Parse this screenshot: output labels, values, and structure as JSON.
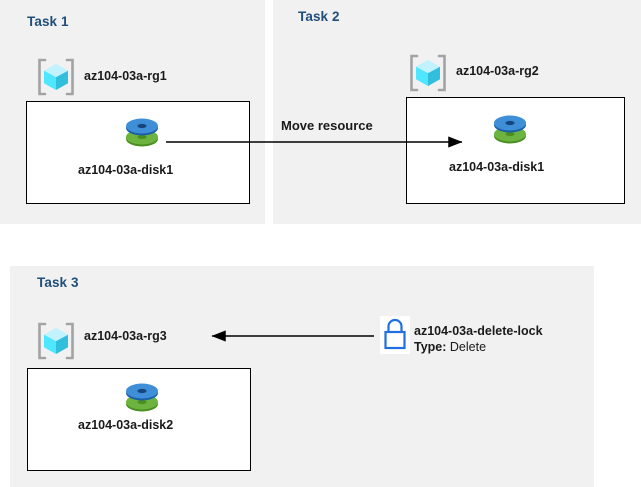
{
  "diagram": {
    "title": "Azure resource group tasks diagram",
    "colors": {
      "panel_background": "#f1f1f1",
      "page_background": "#ffffff",
      "task_title": "#1f4e79",
      "box_border": "#000000",
      "label_text": "#1a1a1a",
      "rg_cube": "#50e6ff",
      "rg_bracket": "#a3a3a3",
      "disk_top": "#3e8fd8",
      "disk_bottom": "#6cb33f",
      "lock_stroke": "#1f6fe0",
      "arrow": "#000000"
    }
  },
  "tasks": [
    {
      "id": "task1",
      "title": "Task 1",
      "resource_group": {
        "icon": "azure-resource-group-icon",
        "label": "az104-03a-rg1"
      },
      "resource": {
        "icon": "azure-managed-disk-icon",
        "label": "az104-03a-disk1"
      }
    },
    {
      "id": "task2",
      "title": "Task 2",
      "resource_group": {
        "icon": "azure-resource-group-icon",
        "label": "az104-03a-rg2"
      },
      "resource": {
        "icon": "azure-managed-disk-icon",
        "label": "az104-03a-disk1"
      }
    },
    {
      "id": "task3",
      "title": "Task 3",
      "resource_group": {
        "icon": "azure-resource-group-icon",
        "label": "az104-03a-rg3"
      },
      "resource": {
        "icon": "azure-managed-disk-icon",
        "label": "az104-03a-disk2"
      },
      "lock": {
        "icon": "lock-icon",
        "name": "az104-03a-delete-lock",
        "type_label": "Type:",
        "type_value": "Delete"
      }
    }
  ],
  "connectors": [
    {
      "id": "move-resource-arrow",
      "label": "Move resource",
      "direction": "right",
      "from": "az104-03a-disk1 (rg1)",
      "to": "az104-03a-rg2"
    },
    {
      "id": "lock-arrow",
      "label": "",
      "direction": "left",
      "from": "az104-03a-delete-lock",
      "to": "az104-03a-rg3"
    }
  ]
}
